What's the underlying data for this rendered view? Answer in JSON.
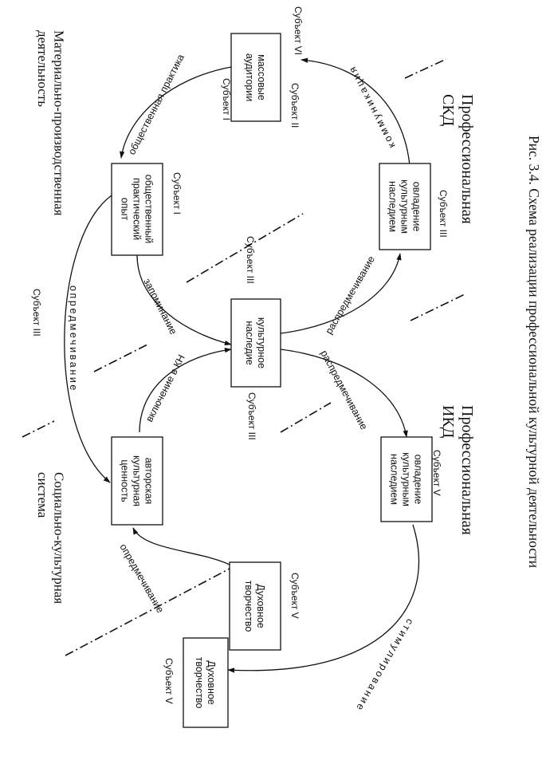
{
  "nodes": {
    "n1": "массовые аудитории",
    "n2": "общественный практический опыт",
    "n3": "овладение культурным наследием",
    "n4": "культурное наследие",
    "n5": "авторская культурная ценность",
    "n6": "овладение культурным наследием",
    "n7": "Духовное творчество",
    "n8": "Духовное творчество"
  },
  "subjects": {
    "s_top_right": "Субъект VI",
    "s_top_I": "Субъект I",
    "s_top_II": "Субъект II",
    "s_opyt_I": "Субъект I",
    "s_skd_III": "Субъект III",
    "s_nasl_top_III": "Субъект III",
    "s_nasl_bot_III": "Субъект III",
    "s_left_III": "Субъект III",
    "s_ikd_V": "Субъект V",
    "s_tv_V": "Субъект V",
    "s_bottom_V": "Субъект V"
  },
  "edges": {
    "e_praktika": "общественная практика",
    "e_komm": "коммуникация",
    "e_zapom": "запоминание",
    "e_raspred1": "распредмечивание",
    "e_raspred2": "распредмечивание",
    "e_vkl": "включение в КН",
    "e_opred_left": "опредмечивание",
    "e_opred_bottom": "опредмечивание",
    "e_stim": "стимулирование"
  },
  "regions": {
    "r_mat": "Материально-производственная деятельность",
    "r_skd": "Профессиональная СКД",
    "r_soc": "Социально-культурная система",
    "r_ikd": "Профессиональная ИКД"
  },
  "caption": "Рис. 3.4. Схема реализации профессиональной культурной деятельности"
}
